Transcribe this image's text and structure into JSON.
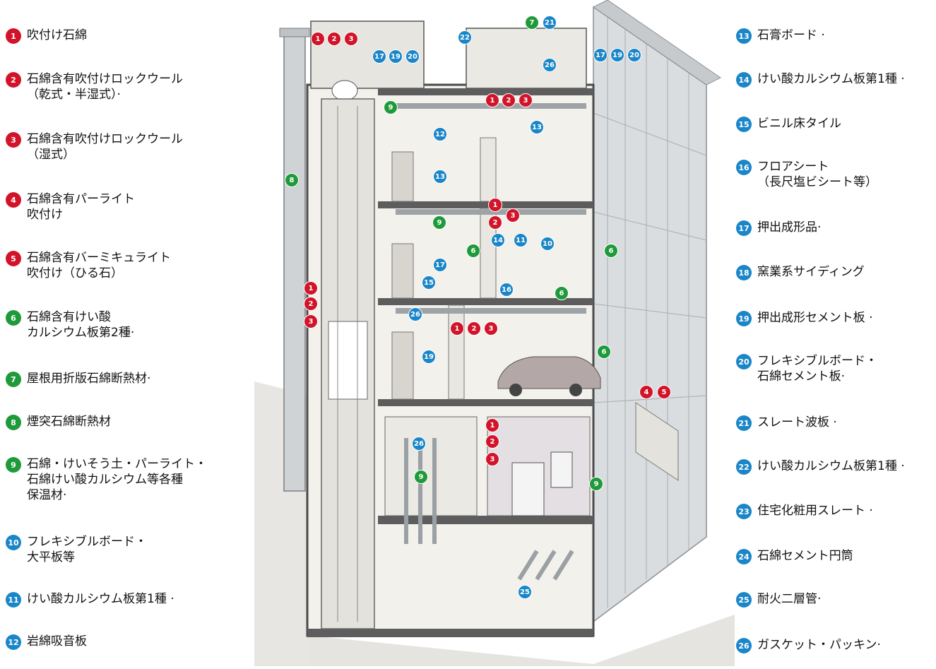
{
  "colors": {
    "red": "#d2142a",
    "green": "#1f9a3a",
    "blue": "#1a86c8"
  },
  "legend_left": [
    {
      "num": "1",
      "color": "red",
      "text": "吹付け石綿"
    },
    {
      "num": "2",
      "color": "red",
      "text": "石綿含有吹付けロックウール\n（乾式・半湿式）·"
    },
    {
      "num": "3",
      "color": "red",
      "text": "石綿含有吹付けロックウール\n（湿式）"
    },
    {
      "num": "4",
      "color": "red",
      "text": "石綿含有パーライト\n吹付け"
    },
    {
      "num": "5",
      "color": "red",
      "text": "石綿含有バーミキュライト\n吹付け（ひる石）"
    },
    {
      "num": "6",
      "color": "green",
      "text": "石綿含有けい酸\nカルシウム板第2種·"
    },
    {
      "num": "7",
      "color": "green",
      "text": "屋根用折版石綿断熱材·"
    },
    {
      "num": "8",
      "color": "green",
      "text": "煙突石綿断熱材"
    },
    {
      "num": "9",
      "color": "green",
      "text": "石綿・けいそう土・パーライト・\n石綿けい酸カルシウム等各種\n保温材·"
    },
    {
      "num": "10",
      "color": "blue",
      "text": "フレキシブルボード・\n大平板等"
    },
    {
      "num": "11",
      "color": "blue",
      "text": "けい酸カルシウム板第1種 ·"
    },
    {
      "num": "12",
      "color": "blue",
      "text": "岩綿吸音板"
    }
  ],
  "legend_right": [
    {
      "num": "13",
      "color": "blue",
      "text": "石膏ボード ·"
    },
    {
      "num": "14",
      "color": "blue",
      "text": "けい酸カルシウム板第1種 ·"
    },
    {
      "num": "15",
      "color": "blue",
      "text": "ビニル床タイル"
    },
    {
      "num": "16",
      "color": "blue",
      "text": "フロアシート\n（長尺塩ビシート等）"
    },
    {
      "num": "17",
      "color": "blue",
      "text": "押出成形品·"
    },
    {
      "num": "18",
      "color": "blue",
      "text": "窯業系サイディング"
    },
    {
      "num": "19",
      "color": "blue",
      "text": "押出成形セメント板 ·"
    },
    {
      "num": "20",
      "color": "blue",
      "text": "フレキシブルボード・\n石綿セメント板·"
    },
    {
      "num": "21",
      "color": "blue",
      "text": "スレート波板 ·"
    },
    {
      "num": "22",
      "color": "blue",
      "text": "けい酸カルシウム板第1種 ·"
    },
    {
      "num": "23",
      "color": "blue",
      "text": "住宅化粧用スレート ·"
    },
    {
      "num": "24",
      "color": "blue",
      "text": "石綿セメント円筒"
    },
    {
      "num": "25",
      "color": "blue",
      "text": "耐火二層管·"
    },
    {
      "num": "26",
      "color": "blue",
      "text": "ガスケット・パッキン·"
    }
  ],
  "markers": [
    {
      "num": "1",
      "color": "red"
    },
    {
      "num": "2",
      "color": "red"
    },
    {
      "num": "3",
      "color": "red"
    },
    {
      "num": "22",
      "color": "blue"
    },
    {
      "num": "7",
      "color": "green"
    },
    {
      "num": "21",
      "color": "blue"
    },
    {
      "num": "17",
      "color": "blue"
    },
    {
      "num": "19",
      "color": "blue"
    },
    {
      "num": "20",
      "color": "blue"
    },
    {
      "num": "26",
      "color": "blue"
    },
    {
      "num": "17",
      "color": "blue"
    },
    {
      "num": "19",
      "color": "blue"
    },
    {
      "num": "20",
      "color": "blue"
    },
    {
      "num": "9",
      "color": "green"
    },
    {
      "num": "1",
      "color": "red"
    },
    {
      "num": "2",
      "color": "red"
    },
    {
      "num": "3",
      "color": "red"
    },
    {
      "num": "12",
      "color": "blue"
    },
    {
      "num": "13",
      "color": "blue"
    },
    {
      "num": "8",
      "color": "green"
    },
    {
      "num": "13",
      "color": "blue"
    },
    {
      "num": "1",
      "color": "red"
    },
    {
      "num": "3",
      "color": "red"
    },
    {
      "num": "2",
      "color": "red"
    },
    {
      "num": "9",
      "color": "green"
    },
    {
      "num": "6",
      "color": "green"
    },
    {
      "num": "14",
      "color": "blue"
    },
    {
      "num": "11",
      "color": "blue"
    },
    {
      "num": "10",
      "color": "blue"
    },
    {
      "num": "6",
      "color": "green"
    },
    {
      "num": "17",
      "color": "blue"
    },
    {
      "num": "15",
      "color": "blue"
    },
    {
      "num": "16",
      "color": "blue"
    },
    {
      "num": "6",
      "color": "green"
    },
    {
      "num": "1",
      "color": "red"
    },
    {
      "num": "2",
      "color": "red"
    },
    {
      "num": "3",
      "color": "red"
    },
    {
      "num": "26",
      "color": "blue"
    },
    {
      "num": "1",
      "color": "red"
    },
    {
      "num": "2",
      "color": "red"
    },
    {
      "num": "3",
      "color": "red"
    },
    {
      "num": "19",
      "color": "blue"
    },
    {
      "num": "6",
      "color": "green"
    },
    {
      "num": "4",
      "color": "red"
    },
    {
      "num": "5",
      "color": "red"
    },
    {
      "num": "1",
      "color": "red"
    },
    {
      "num": "2",
      "color": "red"
    },
    {
      "num": "3",
      "color": "red"
    },
    {
      "num": "26",
      "color": "blue"
    },
    {
      "num": "9",
      "color": "green"
    },
    {
      "num": "9",
      "color": "green"
    },
    {
      "num": "25",
      "color": "blue"
    }
  ]
}
